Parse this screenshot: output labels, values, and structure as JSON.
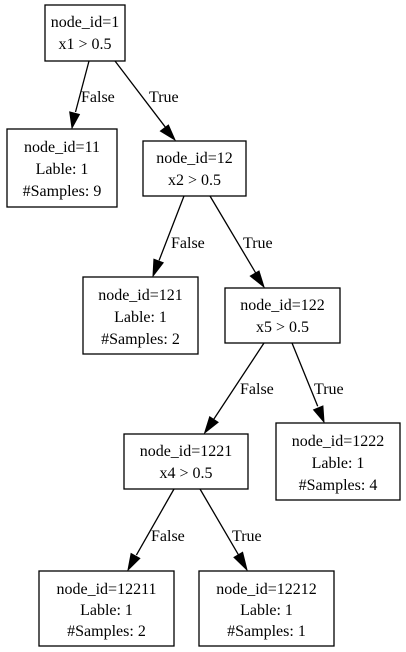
{
  "nodes": {
    "n1": {
      "lines": [
        "node_id=1",
        "x1 > 0.5"
      ]
    },
    "n11": {
      "lines": [
        "node_id=11",
        "Lable: 1",
        "#Samples: 9"
      ]
    },
    "n12": {
      "lines": [
        "node_id=12",
        "x2 > 0.5"
      ]
    },
    "n121": {
      "lines": [
        "node_id=121",
        "Lable: 1",
        "#Samples: 2"
      ]
    },
    "n122": {
      "lines": [
        "node_id=122",
        "x5 > 0.5"
      ]
    },
    "n1221": {
      "lines": [
        "node_id=1221",
        "x4 > 0.5"
      ]
    },
    "n1222": {
      "lines": [
        "node_id=1222",
        "Lable: 1",
        "#Samples: 4"
      ]
    },
    "n12211": {
      "lines": [
        "node_id=12211",
        "Lable: 1",
        "#Samples: 2"
      ]
    },
    "n12212": {
      "lines": [
        "node_id=12212",
        "Lable: 1",
        "#Samples: 1"
      ]
    }
  },
  "edges": {
    "e1_11": {
      "label": "False"
    },
    "e1_12": {
      "label": "True"
    },
    "e12_121": {
      "label": "False"
    },
    "e12_122": {
      "label": "True"
    },
    "e122_1221": {
      "label": "False"
    },
    "e122_1222": {
      "label": "True"
    },
    "e1221_12211": {
      "label": "False"
    },
    "e1221_12212": {
      "label": "True"
    }
  }
}
